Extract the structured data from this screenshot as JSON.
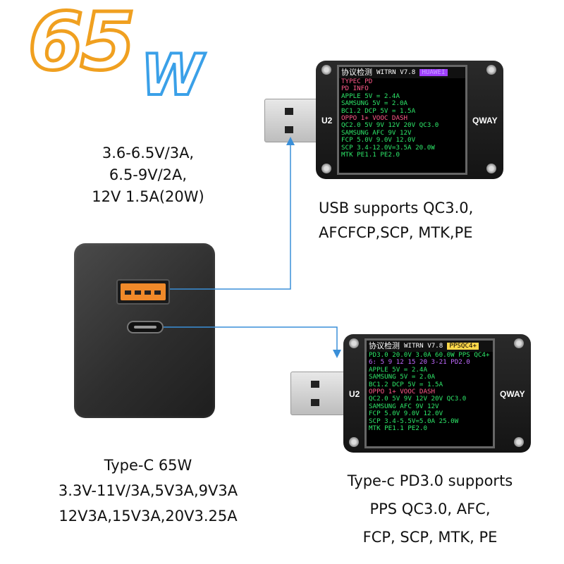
{
  "title": {
    "number": "65",
    "unit": "W"
  },
  "usb_a_specs": [
    "3.6-6.5V/3A,",
    "6.5-9V/2A,",
    "12V 1.5A(20W)"
  ],
  "usb_a_caption": [
    "USB supports QC3.0,",
    "AFCFCP,SCP, MTK,PE"
  ],
  "type_c_specs": [
    "Type-C 65W",
    "3.3V-11V/3A,5V3A,9V3A",
    "12V3A,15V3A,20V3.25A"
  ],
  "type_c_caption": [
    "Type-c PD3.0 supports",
    "PPS QC3.0, AFC,",
    "FCP, SCP, MTK, PE"
  ],
  "meter_top": {
    "header_cn": "协议检测",
    "model": "WITRN V7.8",
    "badge": "HUAWEI",
    "left_label": "U2",
    "right_label": "QWAY",
    "lines": [
      {
        "text": "TYPEC PD",
        "color": "#ff5a8a"
      },
      {
        "text": "PD INFO",
        "color": "#ff5a8a"
      },
      {
        "text": "APPLE 5V = 2.4A",
        "color": "#2ee86a"
      },
      {
        "text": "SAMSUNG 5V = 2.0A",
        "color": "#2ee86a"
      },
      {
        "text": "BC1.2 DCP 5V = 1.5A",
        "color": "#2ee86a"
      },
      {
        "text": "OPPO 1+ VOOC DASH",
        "color": "#ff5a8a"
      },
      {
        "text": "QC2.0  5V 9V 12V 20V QC3.0",
        "color": "#2ee86a"
      },
      {
        "text": "SAMSUNG AFC 9V 12V",
        "color": "#2ee86a"
      },
      {
        "text": "FCP 5.0V 9.0V 12.0V",
        "color": "#2ee86a"
      },
      {
        "text": "SCP 3.4-12.0V=3.5A 20.0W",
        "color": "#2ee86a"
      },
      {
        "text": "MTK PE1.1 PE2.0",
        "color": "#2ee86a"
      }
    ]
  },
  "meter_bottom": {
    "header_cn": "协议检测",
    "model": "WITRN V7.8",
    "badge": "PPSQC4+",
    "left_label": "U2",
    "right_label": "QWAY",
    "lines": [
      {
        "text": "PD3.0 20.0V 3.0A 60.0W PPS QC4+",
        "color": "#2ee86a"
      },
      {
        "text": "6: 5 9 12 15 20 3-21 PD2.0",
        "color": "#c06aff"
      },
      {
        "text": "APPLE 5V = 2.4A",
        "color": "#2ee86a"
      },
      {
        "text": "SAMSUNG 5V = 2.0A",
        "color": "#2ee86a"
      },
      {
        "text": "BC1.2 DCP 5V = 1.5A",
        "color": "#2ee86a"
      },
      {
        "text": "OPPO 1+ VOOC DASH",
        "color": "#ff5a8a"
      },
      {
        "text": "QC2.0  5V 9V 12V 20V QC3.0",
        "color": "#2ee86a"
      },
      {
        "text": "SAMSUNG AFC 9V 12V",
        "color": "#2ee86a"
      },
      {
        "text": "FCP 5.0V 9.0V 12.0V",
        "color": "#2ee86a"
      },
      {
        "text": "SCP 3.4-5.5V=5.0A 25.0W",
        "color": "#2ee86a"
      },
      {
        "text": "MTK PE1.1 PE2.0",
        "color": "#2ee86a"
      }
    ]
  },
  "colors": {
    "title_orange": "#f0a020",
    "title_blue": "#3aa0e8",
    "connector_line": "#3a8fd8",
    "port_orange": "#f08a2a"
  }
}
